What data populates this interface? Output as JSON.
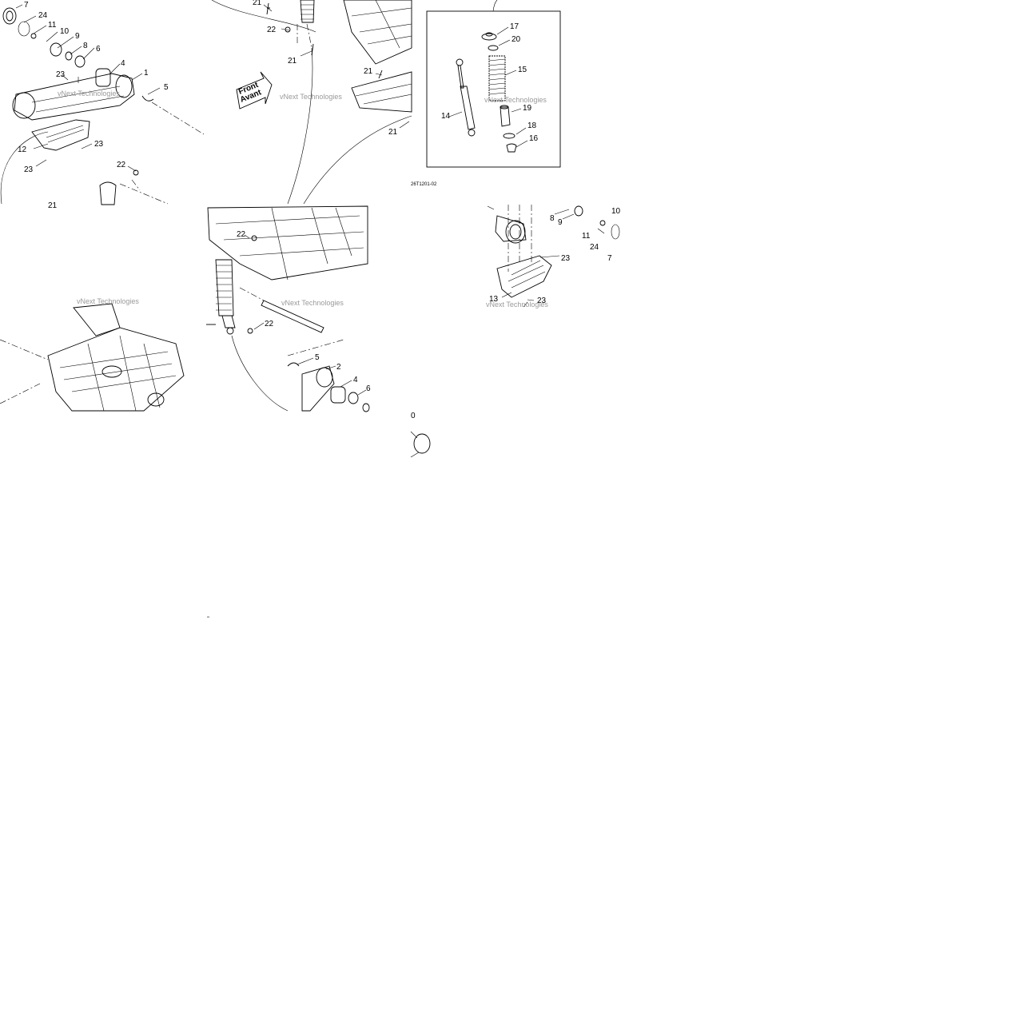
{
  "diagram": {
    "drawing_code": "26T1201-02",
    "direction_sign": {
      "line1": "Front",
      "line2": "Avant"
    },
    "watermark": "vNext Technologies",
    "callouts": {
      "tl": [
        "7",
        "24",
        "11",
        "10",
        "9",
        "8",
        "6",
        "4",
        "1",
        "5",
        "23",
        "12",
        "23",
        "23",
        "22",
        "21"
      ],
      "tm": [
        "21",
        "22",
        "21",
        "21",
        "21"
      ],
      "shock": [
        "17",
        "20",
        "15",
        "14",
        "19",
        "18",
        "16"
      ],
      "bm": [
        "22",
        "22",
        "5",
        "2",
        "4",
        "6"
      ],
      "br": [
        "8",
        "9",
        "10",
        "11",
        "24",
        "7",
        "23",
        "13",
        "23"
      ],
      "frag": [
        "0"
      ]
    }
  }
}
